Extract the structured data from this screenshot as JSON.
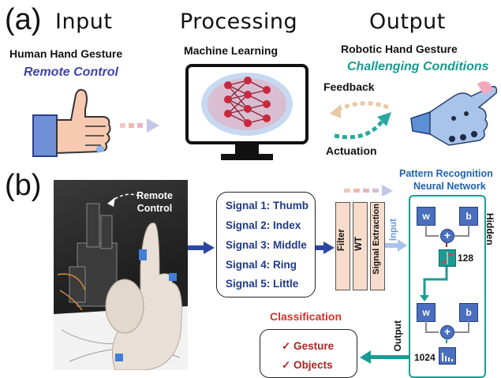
{
  "panel_a": {
    "letter": "(a)",
    "input": {
      "heading": "Input",
      "subtitle": "Human Hand Gesture",
      "tag": "Remote Control"
    },
    "processing": {
      "heading": "Processing",
      "subtitle": "Machine Learning"
    },
    "output": {
      "heading": "Output",
      "subtitle": "Robotic Hand Gesture",
      "tag": "Challenging Conditions",
      "feedback": "Feedback",
      "actuation": "Actuation"
    }
  },
  "panel_b": {
    "letter": "(b)",
    "photo_caption_1": "Remote",
    "photo_caption_2": "Control",
    "signals": [
      "Signal 1: Thumb",
      "Signal 2: Index",
      "Signal 3: Middle",
      "Signal 4: Ring",
      "Signal 5: Little"
    ],
    "processing_blocks": [
      "Filter",
      "WT",
      "Signal Extraction"
    ],
    "input_label": "Input",
    "network_title_1": "Pattern Recognition",
    "network_title_2": "Neural Network",
    "hidden_label": "Hidden",
    "w_label": "w",
    "b_label": "b",
    "plus_label": "+",
    "layer1_size": "128",
    "layer2_size": "1024",
    "output_label": "Output",
    "classification_title": "Classification",
    "classification_items": [
      "✓ Gesture",
      "✓ Objects"
    ]
  },
  "colors": {
    "blue_text": "#3d44a8",
    "teal_text": "#179a91",
    "signal_text": "#1e3a8a",
    "classification_red": "#d2332a",
    "block_blue": "#4a6fbf",
    "teal_box": "#1a9c94",
    "peach": "#f7dccb"
  }
}
